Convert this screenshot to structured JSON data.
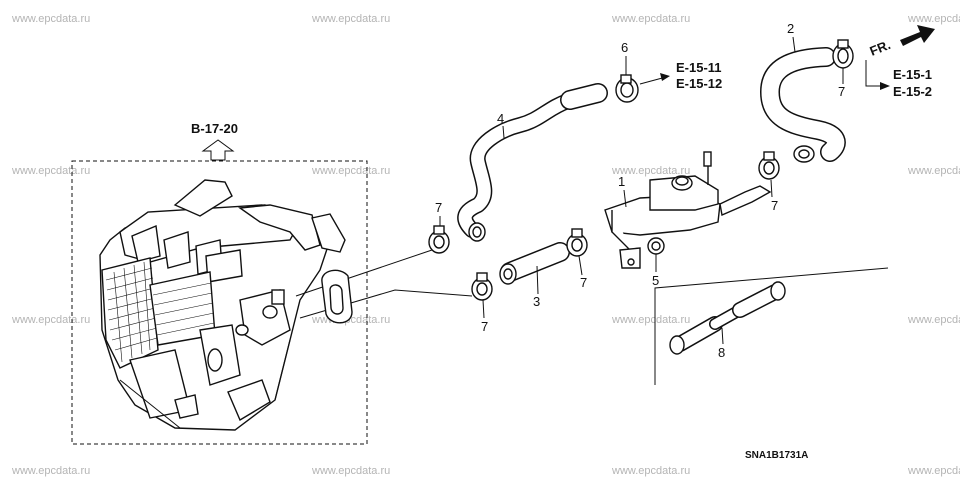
{
  "watermarks": [
    "www.epcdata.ru",
    "www.epcdata.ru",
    "www.epcdata.ru",
    "www.epcdata.ru",
    "www.epcdata.ru",
    "www.epcdata.ru",
    "www.epcdata.ru",
    "www.epcdata.ru",
    "www.epcdata.ru",
    "www.epcdata.ru",
    "www.epcdata.ru",
    "www.epcdata.ru",
    "www.epcdata.ru",
    "www.epcdata.ru",
    "www.epcdata.ru",
    "www.epcdata.ru"
  ],
  "references": {
    "heater_unit": "B-17-20",
    "upper_a": "E-15-11",
    "upper_b": "E-15-12",
    "right_a": "E-15-1",
    "right_b": "E-15-2",
    "front": "FR."
  },
  "callouts": {
    "p1": "1",
    "p2": "2",
    "p3": "3",
    "p4": "4",
    "p5": "5",
    "p6": "6",
    "p7a": "7",
    "p7b": "7",
    "p7c": "7",
    "p7d": "7",
    "p7e": "7",
    "p8": "8"
  },
  "diagram_code": "SNA1B1731A"
}
